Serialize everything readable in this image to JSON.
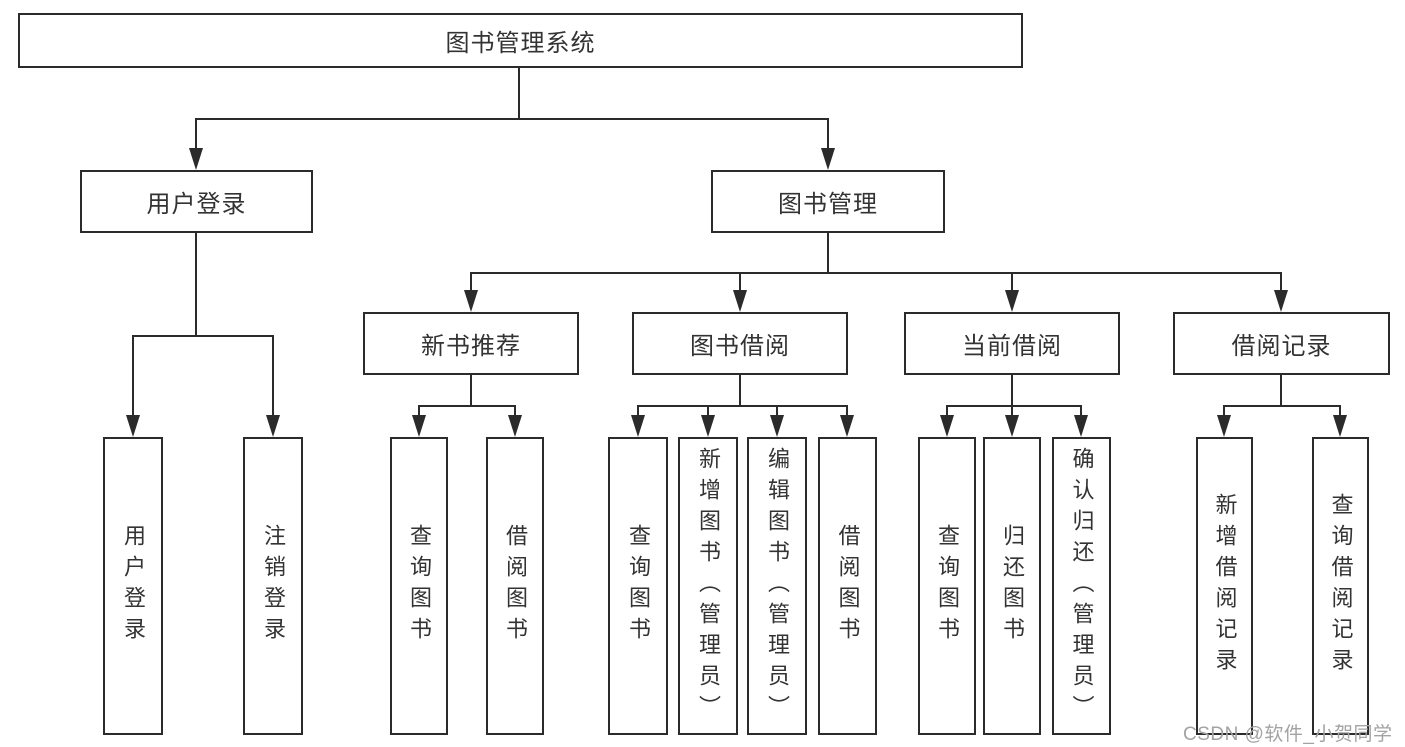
{
  "watermark": "CSDN @软件_小贺同学",
  "colors": {
    "line": "#2b2b2b",
    "text": "#333333",
    "background": "#ffffff",
    "watermark": "#a3a3a3"
  },
  "tree": {
    "root": {
      "label": "图书管理系统"
    },
    "level2": [
      {
        "label": "用户登录"
      },
      {
        "label": "图书管理"
      }
    ],
    "level3": [
      {
        "label": "新书推荐"
      },
      {
        "label": "图书借阅"
      },
      {
        "label": "当前借阅"
      },
      {
        "label": "借阅记录"
      }
    ],
    "leaves": {
      "user_login": [
        {
          "label": "用户登录"
        },
        {
          "label": "注销登录"
        }
      ],
      "new_book_recommend": [
        {
          "label": "查询图书"
        },
        {
          "label": "借阅图书"
        }
      ],
      "book_borrow": [
        {
          "label": "查询图书"
        },
        {
          "label": "新增图书（管理员）"
        },
        {
          "label": "编辑图书（管理员）"
        },
        {
          "label": "借阅图书"
        }
      ],
      "current_borrow": [
        {
          "label": "查询图书"
        },
        {
          "label": "归还图书"
        },
        {
          "label": "确认归还（管理员）"
        }
      ],
      "borrow_records": [
        {
          "label": "新增借阅记录"
        },
        {
          "label": "查询借阅记录"
        }
      ]
    }
  }
}
